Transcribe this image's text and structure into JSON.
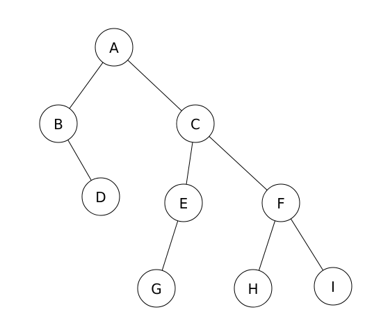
{
  "diagram": {
    "type": "binary-tree",
    "nodes": [
      {
        "id": "A",
        "label": "A"
      },
      {
        "id": "B",
        "label": "B"
      },
      {
        "id": "C",
        "label": "C"
      },
      {
        "id": "D",
        "label": "D"
      },
      {
        "id": "E",
        "label": "E"
      },
      {
        "id": "F",
        "label": "F"
      },
      {
        "id": "G",
        "label": "G"
      },
      {
        "id": "H",
        "label": "H"
      },
      {
        "id": "I",
        "label": "I"
      }
    ],
    "edges": [
      {
        "from": "A",
        "to": "B"
      },
      {
        "from": "A",
        "to": "C"
      },
      {
        "from": "B",
        "to": "D"
      },
      {
        "from": "C",
        "to": "E"
      },
      {
        "from": "C",
        "to": "F"
      },
      {
        "from": "E",
        "to": "G"
      },
      {
        "from": "F",
        "to": "H"
      },
      {
        "from": "F",
        "to": "I"
      }
    ]
  }
}
